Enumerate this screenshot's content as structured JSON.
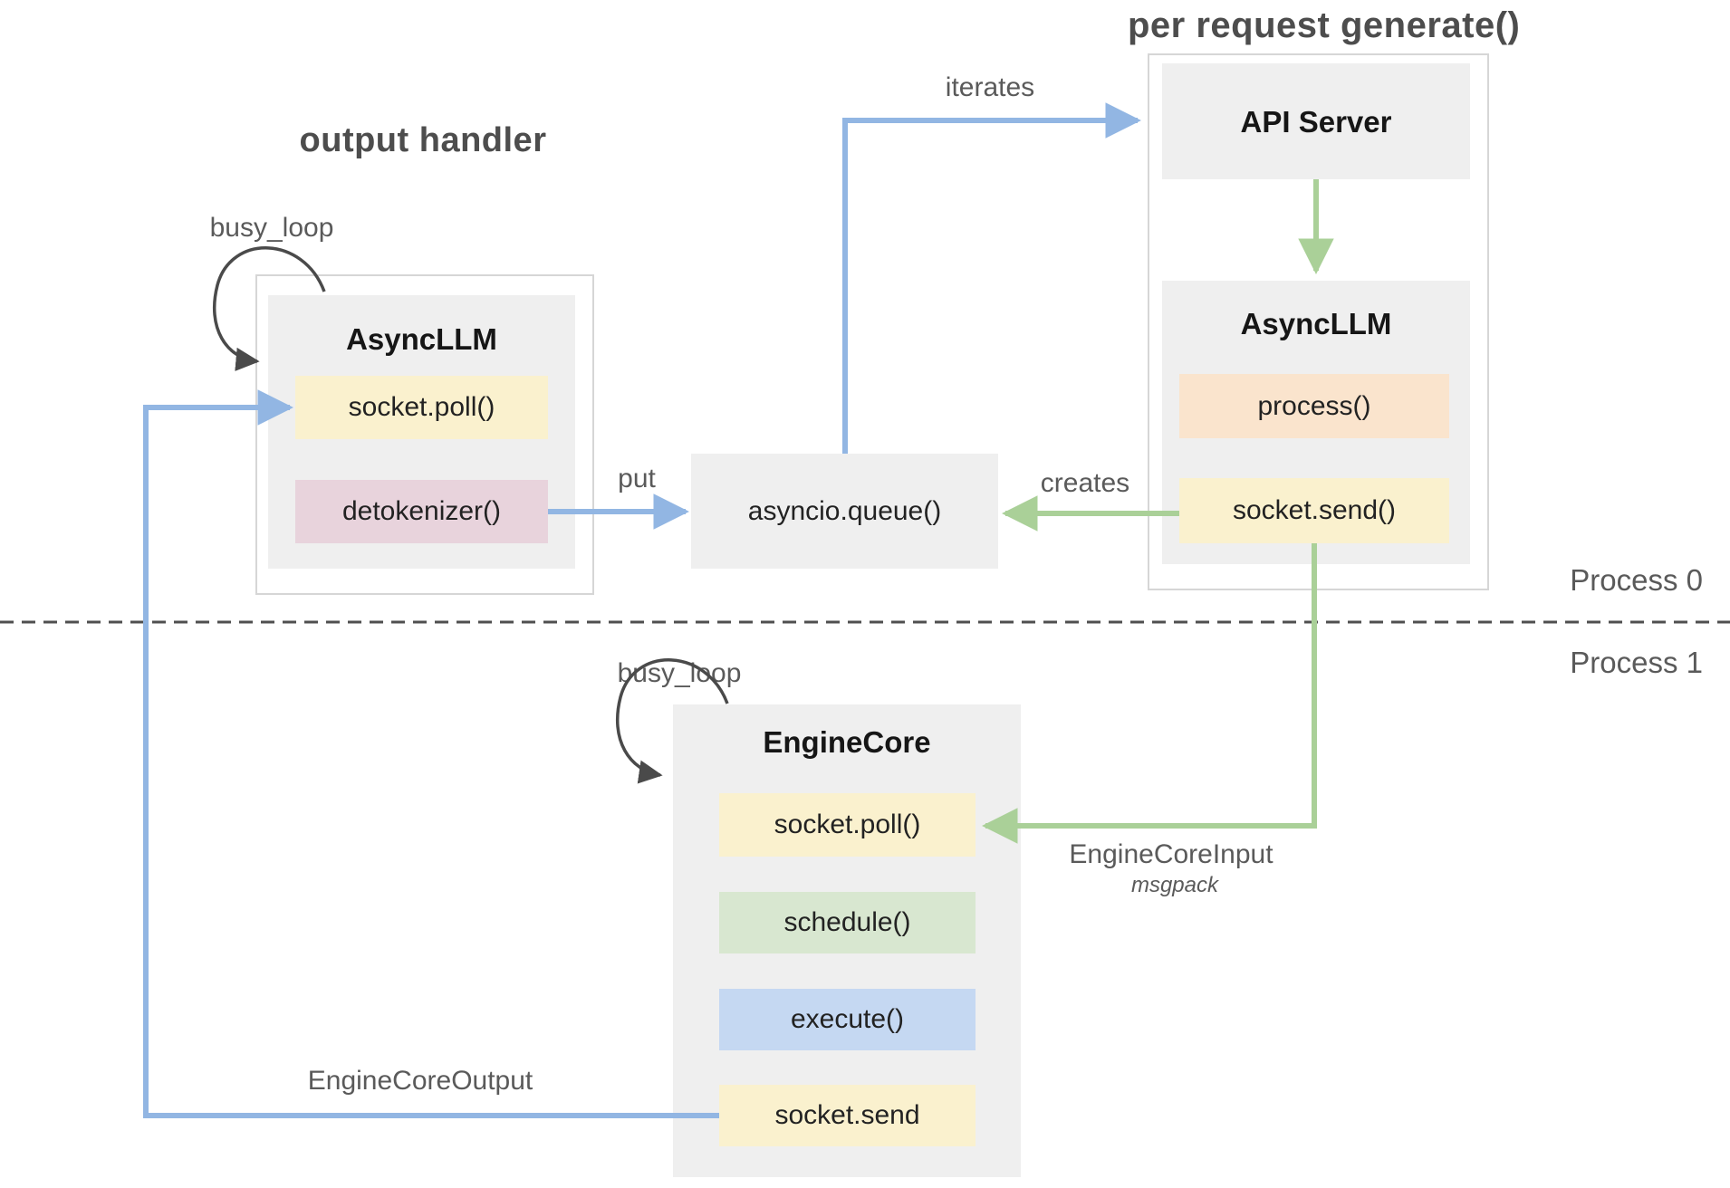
{
  "titles": {
    "output_handler": "output handler",
    "per_request_generate": "per request generate()"
  },
  "process_rows": {
    "process0": "Process 0",
    "process1": "Process 1"
  },
  "left_asyncllm": {
    "busy_loop": "busy_loop",
    "title": "AsyncLLM",
    "socket_poll": "socket.poll()",
    "detokenizer": "detokenizer()"
  },
  "queue": {
    "label": "asyncio.queue()"
  },
  "right_column": {
    "api_server": "API Server",
    "asyncllm_title": "AsyncLLM",
    "process": "process()",
    "socket_send": "socket.send()"
  },
  "engine_core": {
    "busy_loop": "busy_loop",
    "title": "EngineCore",
    "socket_poll": "socket.poll()",
    "schedule": "schedule()",
    "execute": "execute()",
    "socket_send": "socket.send"
  },
  "edges": {
    "iterates": "iterates",
    "put": "put",
    "creates": "creates",
    "engine_core_input": "EngineCoreInput",
    "engine_core_input_format": "msgpack",
    "engine_core_output": "EngineCoreOutput"
  },
  "colors": {
    "accent_blue": "#92b6e3",
    "accent_green": "#aad098",
    "box_gray": "#efefef",
    "box_yellow": "#faf1ce",
    "box_pink": "#e8d3dc",
    "box_orange": "#fae4cd",
    "box_green": "#d8e7d0",
    "box_blue": "#c5d8f2",
    "outline_gray": "#d6d6d6",
    "arc_dark": "#4a4a4a",
    "title_gray": "#4d4d4d",
    "label_gray": "#5a5a5a",
    "text_dark": "#161616",
    "dash_gray": "#4f4f4f"
  }
}
